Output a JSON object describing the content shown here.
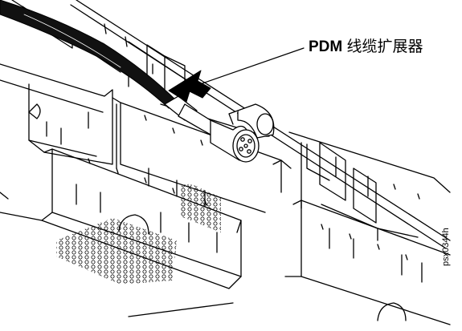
{
  "callout": {
    "part_prefix": "PDM",
    "part_name": "线缆扩展器"
  },
  "figure_id": "psx0344h",
  "colors": {
    "line": "#000000",
    "background": "#ffffff",
    "cable": "#111111"
  },
  "icons": {
    "arrow": "filled-arrow-pointer",
    "connector": "iec-plug-connector"
  }
}
